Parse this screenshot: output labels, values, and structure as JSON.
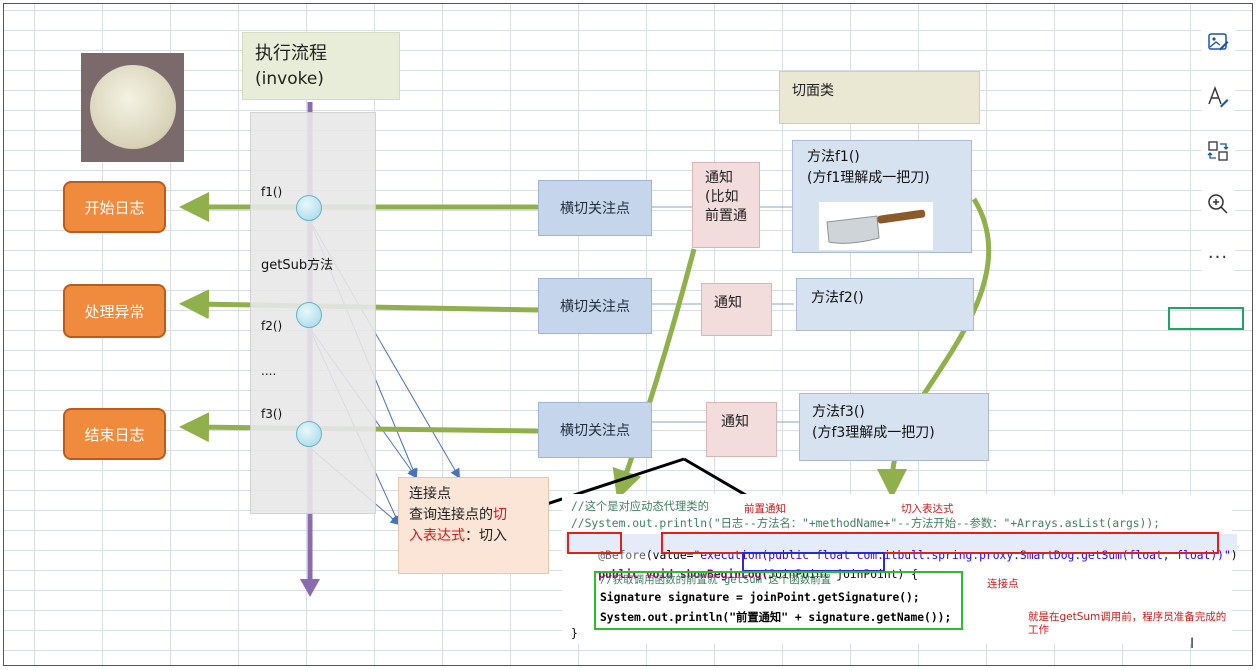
{
  "header": {
    "title_line1": "执行流程",
    "title_line2": "(invoke)"
  },
  "aspect_class_label": "切面类",
  "left_boxes": [
    "开始日志",
    "处理异常",
    "结束日志"
  ],
  "flow_labels": {
    "f1": "f1()",
    "getsub": "getSub方法",
    "f2": "f2()",
    "ellipsis": "....",
    "f3": "f3()"
  },
  "pointcut_label": "横切关注点",
  "advice": {
    "first": "通知\n(比如\n前置通",
    "second": "通知",
    "third": "通知"
  },
  "methods": {
    "f1_title": "方法f1()",
    "f1_sub": "(方f1理解成一把刀)",
    "f2_title": "方法f2()",
    "f3_title": "方法f3()",
    "f3_sub": "(方f3理解成一把刀)"
  },
  "joinpoint_box": {
    "line1": "连接点",
    "line2a": "查询连接点的",
    "line2b": "切",
    "line3a": "入表达式",
    "line3b": "：切入"
  },
  "code": {
    "comment1": "//这个是对应动态代理类的",
    "comment2": "//System.out.println(\"日志--方法名：\"+methodName+\"--方法开始--参数：\"+Arrays.asList(args));",
    "annotation": "@Before",
    "value_kw": "value=",
    "execution": "\"execution(public float com.itbull.spring.proxy.SmartDog.getSum(float, float))\"",
    "close_paren": ")",
    "sig_prefix": "public void showBeginLog(",
    "sig_param": "JoinPoint joinPoint",
    "sig_suffix": ") {",
    "inner_comment": "//获取调用函数的前置就 getSum 这个函数前置",
    "line_sig": "Signature signature = joinPoint.getSignature();",
    "line_print": "System.out.println(\"前置通知\" + signature.getName());",
    "close_brace": "}"
  },
  "annotations": {
    "before_advice": "前置通知",
    "pointcut_expr": "切入表达式",
    "join_point": "连接点",
    "explain1": "就是在getSum调用前，程序员准备完成的",
    "explain2": "工作"
  },
  "toolbar": [
    "image-edit-icon",
    "text-style-icon",
    "swap-icon",
    "zoom-in-icon",
    "more-icon"
  ],
  "toolbar_more": "···",
  "cursor_glyph": "I",
  "colors": {
    "orange": "#f08a3c",
    "green_arrow": "#8fb04a",
    "purple_line": "#8a6bb0",
    "red_box": "#e0201a",
    "blue_box": "#2b2bd6",
    "green_box": "#2ebd2e"
  }
}
